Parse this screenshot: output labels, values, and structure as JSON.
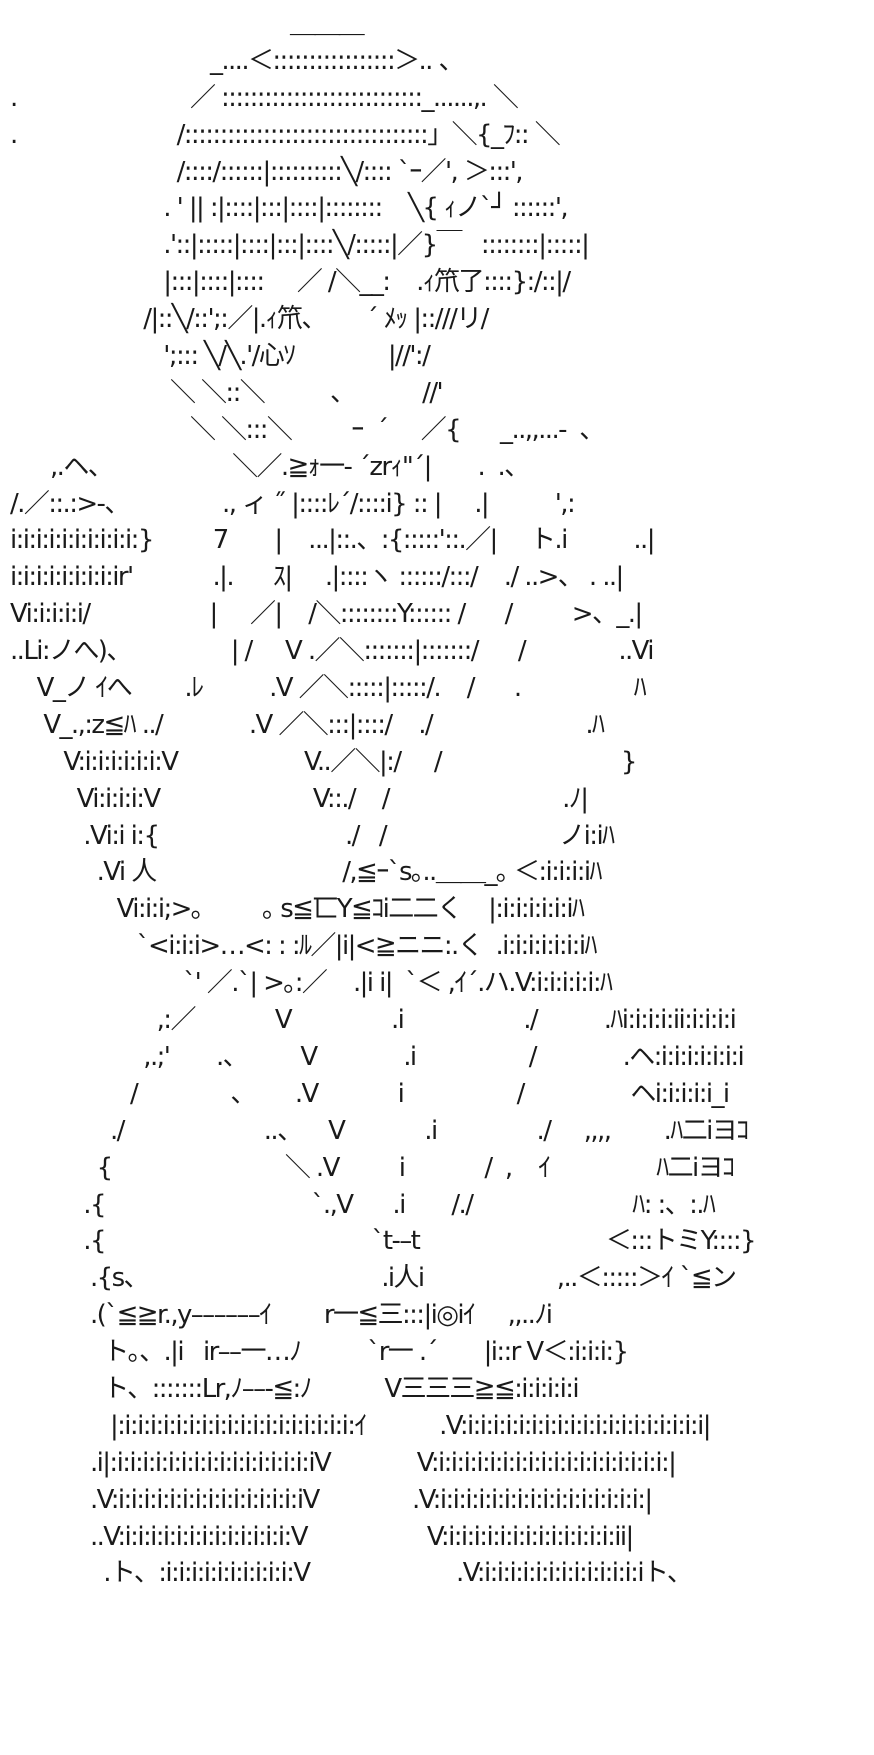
{
  "colors": {
    "background": "#ffffff",
    "ink": "#1a1a1a"
  },
  "art": {
    "lines": [
      "                                          ＿＿＿",
      "                              _....＜:::::::::::::::::＞.. 、",
      ".                          ／ ::::::::::::::::::::::::::::_......,. ＼",
      ".                        /::::::::::::::::::::::::::::::::::」＼{_ﾌ:: ＼",
      "                         /::::/::::::|::::::::::╲/:::: `ｰ／', ＞:::',",
      "                       . ' || :|::::|:::|::::|::::::::    ╲{ ｨノ`┘ ::::::',",
      "                       .'::|:::::|::::|:::|::::╲/:::::|／}￣   ::::::::|:::::|",
      "                       |:::|::::|::::     ／ /＼__:    .ｨ笊了::::}:/::|/",
      "                    /|::╲/::';:／|.ｨ笊、      ´ ﾒｯ |::///リ/",
      "                       ';::: ╲/╲.'/心ｿ              |//':/",
      "                        ＼ ＼::＼          ､            //'",
      "                           ＼ ＼:::＼         ｰ  ´     ／{      _..,,...-  、",
      "      ,.ヘ、                  ＼／.≧ｫ一- ´zrｨ\"´|       .  .、",
      "/.／::.:>-、              ., ィ ˝ |::::ﾚ´/::::i} :: |     .|          ',:",
      "i:i:i:i:i:i:i:i:i:i:}         7       |    ...|::.、:{:::::'::.／|     ト.i          ..|",
      "i:i:i:i:i:i:i:i:ir'            .|.      ｽ|     .|::::ヽ ::::::/:::/    ./ ..>、 . ..|",
      "Vi:i:i:i:i/                  |     ／|    /＼::::::::Y:::::: /      /         >、_.|",
      "..Li:ノへ)、               | /     V .／＼:::::::|:::::::/      /              ..Vi",
      "    V_ノ ｲへ        .ﾚ          .V ／＼:::::|:::::/.    /      .                 ﾊ",
      "     V_.,:z≦ﾊ ../             .V ／＼:::|::::/    ./                       .ﾊ",
      "        V:i:i:i:i:i:i:V                   V..／＼|:/     /                           }",
      "          Vi:i:i:i:V                       V::./    /                          .ﾉ|",
      "           .Vi:i i:{                            ./   /                          ノi:iﾊ",
      "             .Vi 人                            /,≦ｰ`s｡..＿＿_｡ ＜:i:i:i:iﾊ",
      "                Vi:i:i;>｡         ｡ s≦匸Y≦ｺi二二く    |:i:i:i:i:i:iﾊ",
      "                   `<i:i:i>…<: : :ﾙ／|i|<≧ニニ:.く  .i:i:i:i:i:i:iﾊ",
      "                          `' ／.`| >｡:／    .|i i|  `＜ ,ｲ´.ハ.V:i:i:i:i:i:ﾊ",
      "                      ,:／            V               .i                  ./          .ﾊi:i:i:i:ii:i:i:i:i",
      "                    ,.;'       .、        V             .i                 /             .ヘ:i:i:i:i:i:i:i",
      "                  /              、      .V            i                 /                ヘi:i:i:i:i_i",
      "               ./                     ..、    V            .i               ./     ,,,,        .ﾊ二iヨｺ",
      "             {                          ＼ .V         i            /  ,    ｲ                ﾊ二iヨｺ",
      "           .{                               `.,V      .i       /./                        ﾊ: :、:.ﾊ",
      "           .{                                        `t-–t                            ＜:::トミY::::}",
      "            .{s、                                   .i人i                    ,..＜:::::＞ｲ `≦ン",
      "            .(`≦≧r.,y––––––ｲ        r一≦三:::|i◎iｲ     ,,..ﾉi",
      "              ト｡、.|i   ir––一…ﾉ          `r一 .´       |i::r V＜:i:i:i:}",
      "              ト、:::::::Lr,ﾉ––-≦:ﾉ           V三三三≧≦:i:i:i:i:i",
      "               |:i:i:i:i:i:i:i:i:i:i:i:i:i:i:i:i:i:i:ｲ           .V:i:i:i:i:i:i:i:i:i:i:i:i:i:i:i:i:i:i:i|",
      "            .i|:i:i:i:i:i:i:i:i:i:i:i:i:i:i:i:iV             V:i:i:i:i:i:i:i:i:i:i:i:i:i:i:i:i:i:i:|",
      "            .V:i:i:i:i:i:i:i:i:i:i:i:i:i:i:iV              .V:i:i:i:i:i:i:i:i:i:i:i:i:i:i:i:i:|",
      "            ..V:i:i:i:i:i:i:i:i:i:i:i:i:i:V                  V:i:i:i:i:i:i:i:i:i:i:i:i:i:ii|",
      "              .ト、:i:i:i:i:i:i:i:i:i:i:V                      .V:i:i:i:i:i:i:i:i:i:i:i:i:iト、"
    ]
  }
}
